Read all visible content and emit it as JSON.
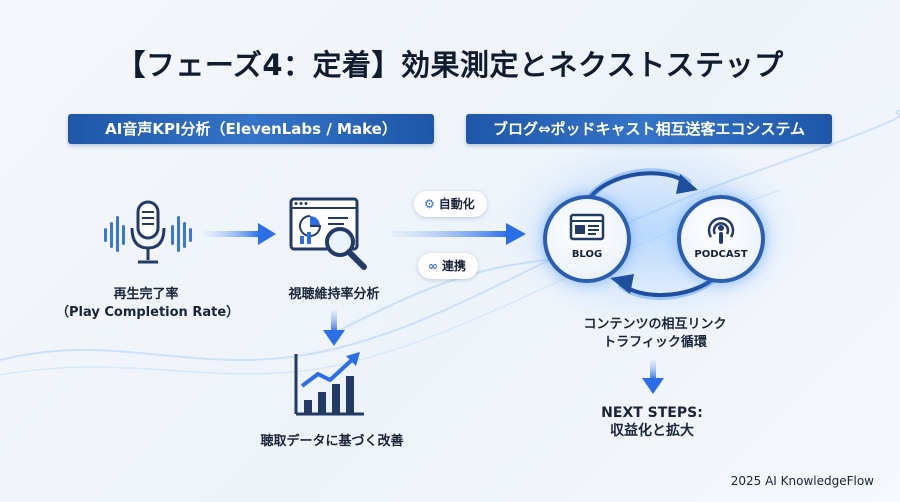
{
  "title": "【フェーズ4：定着】効果測定とネクストステップ",
  "banners": {
    "left": "AI音声KPI分析（ElevenLabs / Make）",
    "right": "ブログ⇔ポッドキャスト相互送客エコシステム"
  },
  "nodes": {
    "play_rate": [
      "再生完了率",
      "（Play Completion Rate）"
    ],
    "retention": "視聴維持率分析",
    "improve": "聴取データに基づく改善",
    "crosslink": [
      "コンテンツの相互リンク",
      "トラフィック循環"
    ],
    "next": [
      "NEXT STEPS:",
      "収益化と拡大"
    ]
  },
  "pills": {
    "auto": "自動化",
    "link": "連携"
  },
  "ecosystem": {
    "blog": "BLOG",
    "podcast": "PODCAST"
  },
  "footer": "2025 AI KnowledgeFlow",
  "colors": {
    "accent": "#2a6ee8",
    "dark": "#1f4f9c",
    "banner": "#2a64b8"
  },
  "icons": [
    "microphone-icon",
    "chart-magnifier-icon",
    "growth-chart-icon",
    "gear-icon",
    "link-icon",
    "browser-icon",
    "podcast-icon"
  ]
}
